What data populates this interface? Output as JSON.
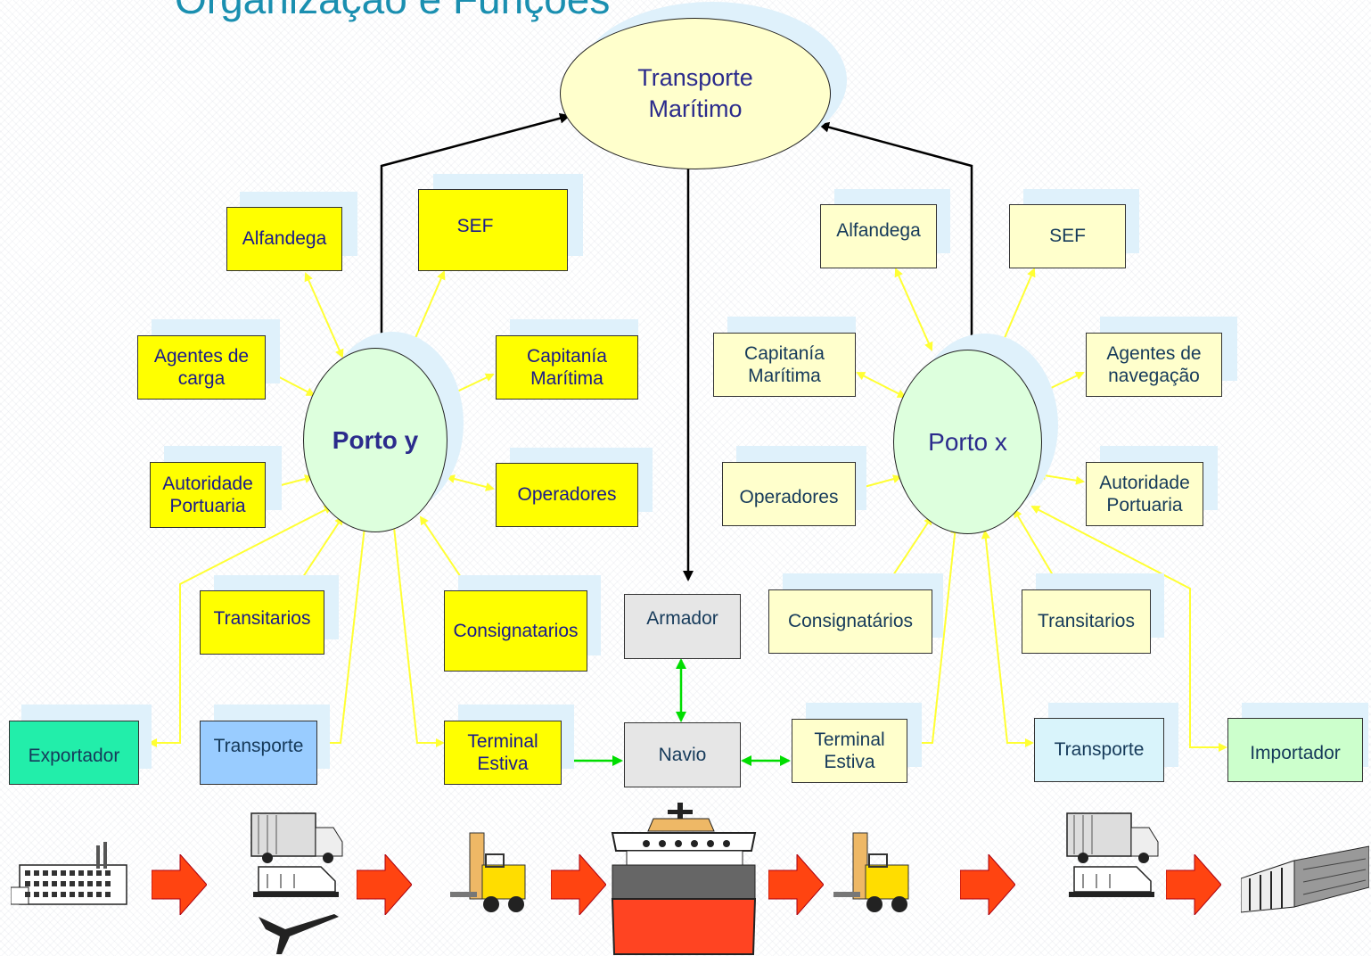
{
  "title": "Organização e Funções",
  "transport_maritimo": "Transporte\nMarítimo",
  "porto_y": "Porto y",
  "porto_x": "Porto x",
  "left": {
    "alfandega": "Alfandega",
    "sef": "SEF",
    "agentes_carga": "Agentes de\ncarga",
    "capitania": "Capitanía\nMarítima",
    "autoridade": "Autoridade\nPortuaria",
    "operadores": "Operadores",
    "transitarios": "Transitarios",
    "consignatarios": "Consignatarios",
    "exportador": "Exportador",
    "transporte": "Transporte",
    "terminal": "Terminal\nEstiva"
  },
  "center": {
    "armador": "Armador",
    "navio": "Navio"
  },
  "right": {
    "alfandega": "Alfandega",
    "sef": "SEF",
    "capitania": "Capitanía\nMarítima",
    "agentes_navegacao": "Agentes de\nnavegação",
    "operadores": "Operadores",
    "autoridade": "Autoridade\nPortuaria",
    "consignatarios": "Consignatários",
    "transitarios": "Transitarios",
    "terminal": "Terminal\nEstiva",
    "transporte": "Transporte",
    "importador": "Importador"
  },
  "colors": {
    "yellow_box": "#ffff00",
    "cream_box": "#ffffcc",
    "yellow_arrow": "#ffff33",
    "green_arrow": "#00dd00",
    "black_arrow": "#000000",
    "flow_arrow": "#ff4411",
    "exportador": "#22eeaa",
    "importador": "#ccffcc",
    "transporte_left": "#99ccff",
    "oval_porto": "#ddffdd",
    "oval_transport": "#ffffcc"
  },
  "icons": [
    "factory-icon",
    "truck-train-plane-icon",
    "forklift-icon",
    "ship-icon",
    "forklift-icon",
    "truck-train-icon",
    "office-building-icon"
  ]
}
